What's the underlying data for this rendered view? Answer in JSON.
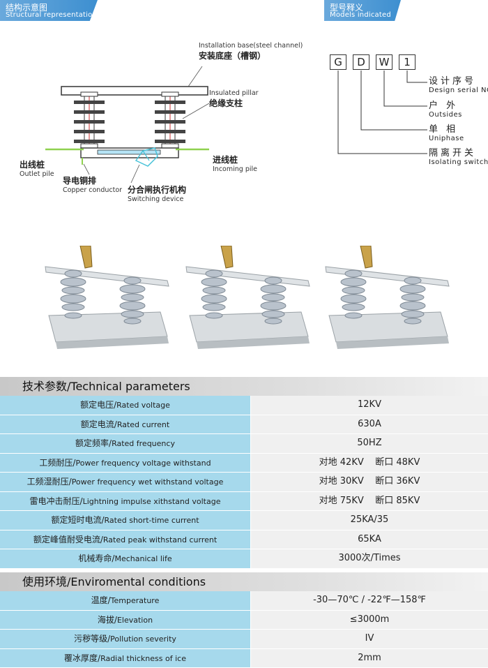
{
  "header_left": {
    "cn": "结构示意图",
    "en": "Structural representation"
  },
  "header_right": {
    "cn": "型号释义",
    "en": "Models indicated"
  },
  "diagram": {
    "base": {
      "en": "Installation base(steel channel)",
      "cn": "安装底座（槽钢）"
    },
    "pillar": {
      "en": "Insulated pillar",
      "cn": "绝缘支柱"
    },
    "outlet": {
      "cn": "出线桩",
      "en": "Outlet pile"
    },
    "incoming": {
      "cn": "进线桩",
      "en": "Incoming pile"
    },
    "conductor": {
      "cn": "导电铜排",
      "en": "Copper conductor"
    },
    "switching": {
      "cn": "分合闸执行机构",
      "en": "Switching device"
    }
  },
  "model": {
    "letters": [
      "G",
      "D",
      "W",
      "1"
    ],
    "items": [
      {
        "cn": "设计序号",
        "en": "Design serial NO."
      },
      {
        "cn": "户 外",
        "en": "Outsides"
      },
      {
        "cn": "单 相",
        "en": "Uniphase"
      },
      {
        "cn": "隔离开关",
        "en": "Isolating switch"
      }
    ]
  },
  "tech": {
    "title": "技术参数/Technical parameters",
    "rows": [
      {
        "cn": "额定电压/",
        "en": "Rated voltage",
        "value": "12KV"
      },
      {
        "cn": "额定电流/",
        "en": "Rated current",
        "value": "630A"
      },
      {
        "cn": "额定频率/",
        "en": "Rated frequency",
        "value": "50HZ"
      },
      {
        "cn": "工频耐压/",
        "en": "Power frequency voltage withstand",
        "value": "对地 42KV    断口 48KV"
      },
      {
        "cn": "工频湿耐压/",
        "en": "Power frequency wet withstand voltage",
        "value": "对地 30KV    断口 36KV"
      },
      {
        "cn": "雷电冲击耐压/",
        "en": "Lightning impulse xithstand voltage",
        "value": "对地 75KV    断口 85KV"
      },
      {
        "cn": "额定短时电流/",
        "en": "Rated short-time current",
        "value": "25KA/35"
      },
      {
        "cn": "额定峰值耐受电流/",
        "en": "Rated peak withstand current",
        "value": "65KA"
      },
      {
        "cn": "机械寿命/",
        "en": "Mechanical life",
        "value": "3000次/Times"
      }
    ]
  },
  "env": {
    "title": "使用环境/Enviromental conditions",
    "rows": [
      {
        "cn": "温度/",
        "en": "Temperature",
        "value": "-30—70℃ / -22℉—158℉"
      },
      {
        "cn": "海拔/",
        "en": "Elevation",
        "value": "≤3000m"
      },
      {
        "cn": "污秽等级/",
        "en": "Pollution severity",
        "value": "IV"
      },
      {
        "cn": "覆冰厚度/",
        "en": "Radial thickness of ice",
        "value": "2mm"
      }
    ]
  },
  "colors": {
    "header_blue": "#3d8fd0",
    "param_cell": "#a6d9ec",
    "value_cell": "#f0f0f0",
    "conductor_green": "#8fd14f"
  }
}
